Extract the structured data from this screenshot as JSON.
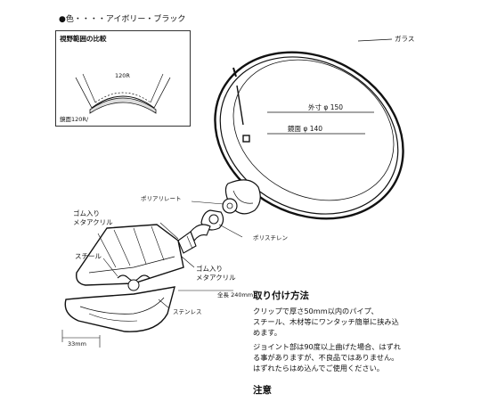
{
  "color_line": "●色・・・・アイボリー・ブラック",
  "inset": {
    "title": "視野範囲の比較",
    "arc_label": "120R",
    "footer": "鏡面120R/"
  },
  "labels": {
    "glass": "ガラス",
    "outer_diameter": "外寸 φ 150",
    "mirror_diameter": "鏡面 φ 140",
    "polyacetal": "ポリアリレート",
    "rubber_acrylic_left_1": "ゴム入り",
    "rubber_acrylic_left_2": "メタアクリル",
    "polystyrene": "ポリスチレン",
    "steel": "スチール",
    "rubber_acrylic_mid_1": "ゴム入り",
    "rubber_acrylic_mid_2": "メタアクリル",
    "total_length": "全長 240mm",
    "stainless": "ステンレス",
    "width": "33mm"
  },
  "install": {
    "heading": "取り付け方法",
    "lines": [
      "クリップで厚さ50mm以内のパイプ、",
      "スチール、木材等にワンタッチ簡単に挟み込",
      "めます。",
      "ジョイント部は90度以上曲げた場合、はずれ",
      "る事がありますが、不良品ではありません。",
      "はずれたらはめ込んでご使用ください。"
    ]
  },
  "caution": {
    "heading": "注意"
  },
  "colors": {
    "ink": "#111111"
  }
}
